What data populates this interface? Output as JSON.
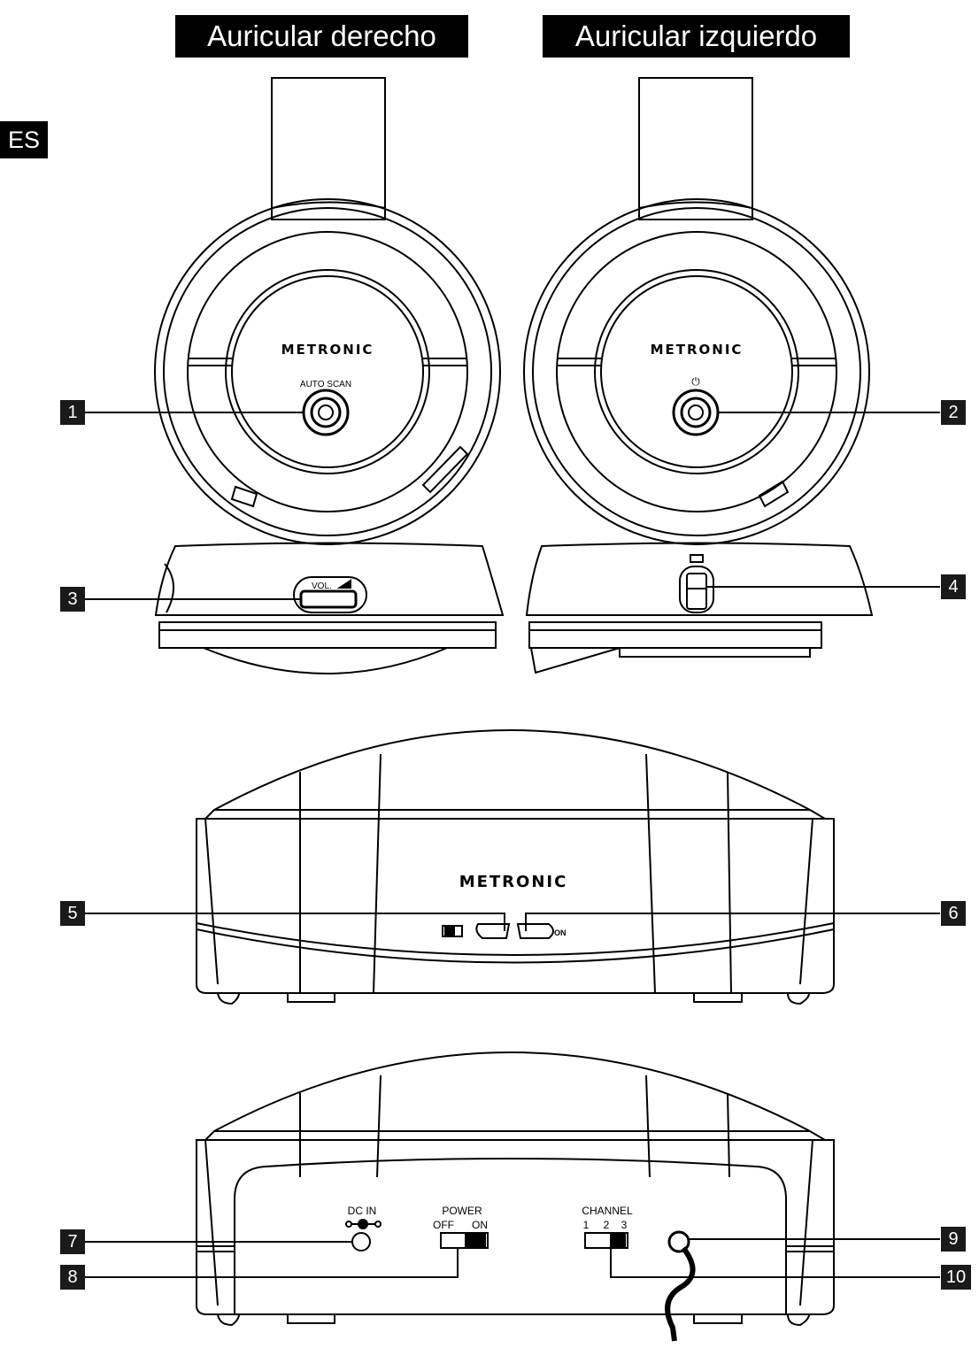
{
  "headers": {
    "right": "Auricular derecho",
    "left": "Auricular izquierdo"
  },
  "language": "ES",
  "brand": "METRONIC",
  "labels": {
    "auto_scan": "AUTO SCAN",
    "power_symbol": "⏻",
    "vol": "VOL.",
    "on": "ON",
    "dc_in": "DC IN",
    "power": "POWER",
    "off": "OFF",
    "on_switch": "ON",
    "channel": "CHANNEL",
    "ch1": "1",
    "ch2": "2",
    "ch3": "3"
  },
  "callouts": [
    "1",
    "2",
    "3",
    "4",
    "5",
    "6",
    "7",
    "8",
    "9",
    "10"
  ],
  "colors": {
    "ink": "#000000",
    "callout": "#1a1a1a",
    "paper": "#ffffff"
  }
}
